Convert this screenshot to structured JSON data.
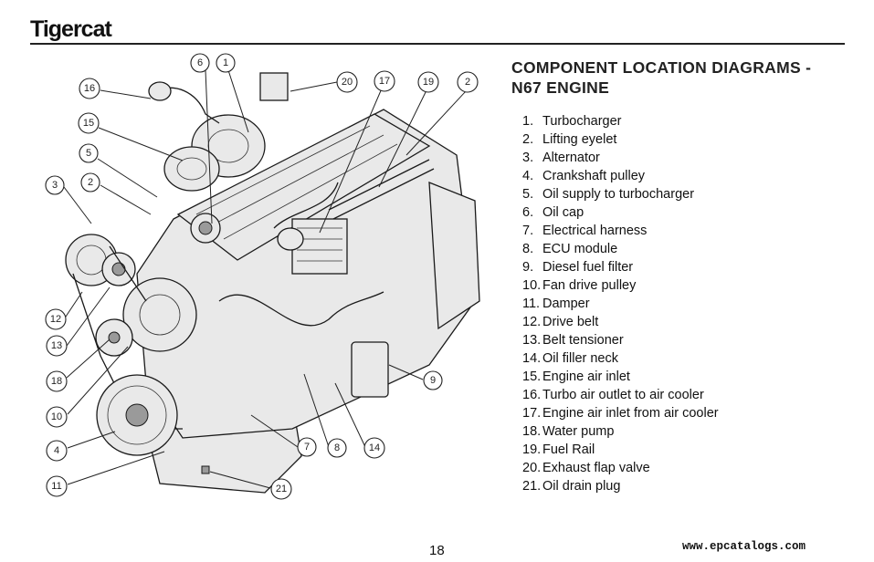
{
  "header": {
    "logo_text": "Tigercat"
  },
  "title": {
    "line1": "COMPONENT LOCATION DIAGRAMS -",
    "line2": "N67 ENGINE"
  },
  "legend": [
    {
      "num": "1.",
      "label": "Turbocharger"
    },
    {
      "num": "2.",
      "label": "Lifting eyelet"
    },
    {
      "num": "3.",
      "label": "Alternator"
    },
    {
      "num": "4.",
      "label": "Crankshaft pulley"
    },
    {
      "num": "5.",
      "label": "Oil supply to turbocharger"
    },
    {
      "num": "6.",
      "label": "Oil cap"
    },
    {
      "num": "7.",
      "label": "Electrical harness"
    },
    {
      "num": "8.",
      "label": "ECU module"
    },
    {
      "num": "9.",
      "label": "Diesel fuel filter"
    },
    {
      "num": "10.",
      "label": "Fan drive pulley"
    },
    {
      "num": "11.",
      "label": "Damper"
    },
    {
      "num": "12.",
      "label": "Drive belt"
    },
    {
      "num": "13.",
      "label": "Belt tensioner"
    },
    {
      "num": "14.",
      "label": "Oil filler neck"
    },
    {
      "num": "15.",
      "label": "Engine air inlet"
    },
    {
      "num": "16.",
      "label": "Turbo air outlet to air cooler"
    },
    {
      "num": "17.",
      "label": "Engine air inlet from air cooler"
    },
    {
      "num": "18.",
      "label": "Water pump"
    },
    {
      "num": "19.",
      "label": "Fuel Rail"
    },
    {
      "num": "20.",
      "label": "Exhaust flap valve"
    },
    {
      "num": "21.",
      "label": "Oil drain plug"
    }
  ],
  "callouts": [
    "6",
    "1",
    "20",
    "17",
    "19",
    "2",
    "16",
    "15",
    "5",
    "3",
    "2",
    "12",
    "13",
    "18",
    "10",
    "4",
    "11",
    "7",
    "8",
    "14",
    "9",
    "21"
  ],
  "footer": {
    "page_number": "18",
    "website": "www.epcatalogs.com"
  }
}
